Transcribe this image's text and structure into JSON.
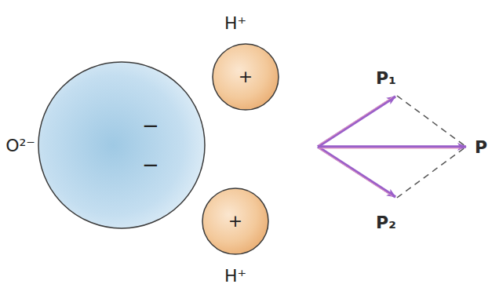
{
  "diagram": {
    "nodes": [
      {
        "text": [
          "O²⁻",
          "−",
          "−"
        ]
      },
      {
        "text": [
          "H⁺",
          "+"
        ]
      },
      {
        "text": [
          "+",
          "H⁺"
        ]
      }
    ],
    "labels": [
      "P₁",
      "P",
      "P₂"
    ]
  }
}
